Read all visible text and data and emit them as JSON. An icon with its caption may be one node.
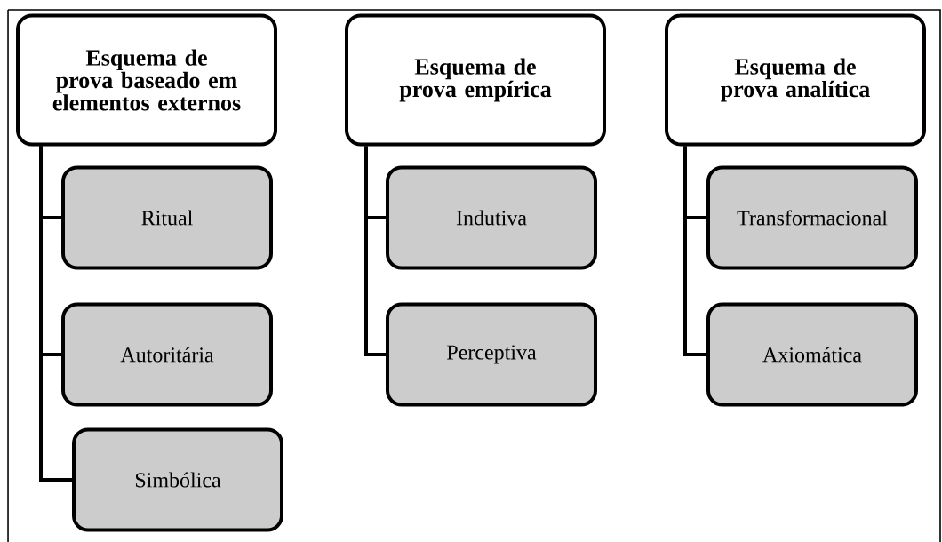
{
  "diagram": {
    "nodes": [
      {
        "text": [
          "Esquema de prova baseado em elementos externos"
        ]
      },
      {
        "text": [
          "Ritual"
        ]
      },
      {
        "text": [
          "Autoritária"
        ]
      },
      {
        "text": [
          "Simbólica"
        ]
      },
      {
        "text": [
          "Esquema de prova empírica"
        ]
      },
      {
        "text": [
          "Indutiva"
        ]
      },
      {
        "text": [
          "Perceptiva"
        ]
      },
      {
        "text": [
          "Esquema de prova analítica"
        ]
      },
      {
        "text": [
          "Transformacional"
        ]
      },
      {
        "text": [
          "Axiomática"
        ]
      }
    ],
    "edges": [
      {
        "from": 0,
        "to": 1,
        "arrow": "none"
      },
      {
        "from": 0,
        "to": 2,
        "arrow": "none"
      },
      {
        "from": 0,
        "to": 3,
        "arrow": "none"
      },
      {
        "from": 4,
        "to": 5,
        "arrow": "none"
      },
      {
        "from": 4,
        "to": 6,
        "arrow": "none"
      },
      {
        "from": 7,
        "to": 8,
        "arrow": "none"
      },
      {
        "from": 7,
        "to": 9,
        "arrow": "none"
      }
    ]
  }
}
